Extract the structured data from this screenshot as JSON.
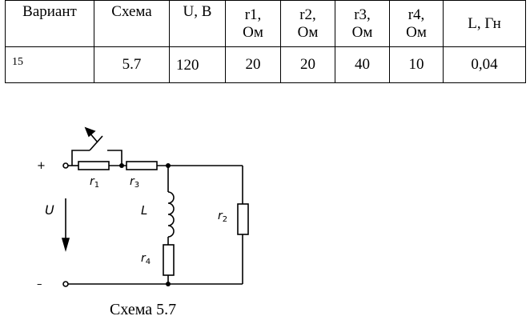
{
  "table": {
    "headers": [
      "Вариант",
      "Схема",
      "U, В",
      "r1,\nОм",
      "r2,\nОм",
      "r3,\nОм",
      "r4,\nОм",
      "L, Гн"
    ],
    "header_lines": {
      "variant": "Вариант",
      "scheme": "Схема",
      "u": "U, В",
      "r1_a": "r1,",
      "r1_b": "Ом",
      "r2_a": "r2,",
      "r2_b": "Ом",
      "r3_a": "r3,",
      "r3_b": "Ом",
      "r4_a": "r4,",
      "r4_b": "Ом",
      "l": "L, Гн"
    },
    "row": {
      "variant": "15",
      "scheme": "5.7",
      "u": "120",
      "r1": "20",
      "r2": "20",
      "r3": "40",
      "r4": "10",
      "l": "0,04"
    }
  },
  "circuit": {
    "plus": "+",
    "minus": "–",
    "voltage_label": "U",
    "r1_label": "r",
    "r1_sub": "1",
    "r2_label": "r",
    "r2_sub": "2",
    "r3_label": "r",
    "r3_sub": "3",
    "r4_label": "r",
    "r4_sub": "4",
    "inductor_label": "L"
  },
  "caption": "Схема 5.7"
}
